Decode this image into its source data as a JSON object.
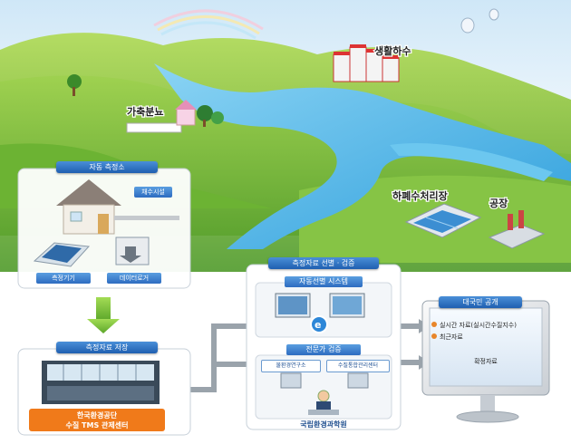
{
  "landscape": {
    "labels": {
      "sewage": "생활하수",
      "livestock": "가축분뇨",
      "wastewater_plant": "하폐수처리장",
      "factory": "공장"
    }
  },
  "auto_station": {
    "header": "자동 측정소",
    "facility_label": "채수시설",
    "device1_label": "측정기기",
    "device2_label": "데이터로거"
  },
  "data_storage": {
    "header": "측정자료 저장",
    "center_line1": "한국환경공단",
    "center_line2": "수질 TMS 관제센터"
  },
  "verification": {
    "header": "측정자료 선별 · 검증",
    "auto_system_label": "자동선별 시스템",
    "expert_label": "전문가 검증",
    "institute1": "물환경연구소",
    "institute2": "수질통합관리센터",
    "nier": "국립환경과학원"
  },
  "public": {
    "header": "대국민 공개",
    "item1": "실시간 자료(실시간수질지수)",
    "item2": "최근자료",
    "confirmed": "확정자료"
  },
  "colors": {
    "header_blue": "#2f72c4",
    "arrow_green": "#7cc43a",
    "river_blue": "#4fb6e8",
    "grass_green": "#74b93a"
  }
}
